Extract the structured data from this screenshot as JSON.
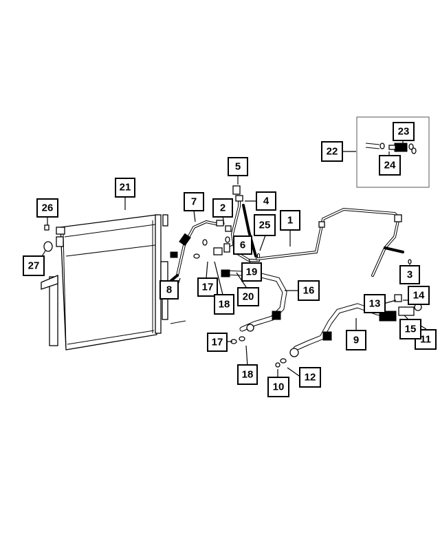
{
  "callouts": [
    {
      "id": "c1",
      "label": "1"
    },
    {
      "id": "c2",
      "label": "2"
    },
    {
      "id": "c3",
      "label": "3"
    },
    {
      "id": "c4",
      "label": "4"
    },
    {
      "id": "c5",
      "label": "5"
    },
    {
      "id": "c6",
      "label": "6"
    },
    {
      "id": "c7",
      "label": "7"
    },
    {
      "id": "c8",
      "label": "8"
    },
    {
      "id": "c9",
      "label": "9"
    },
    {
      "id": "c10",
      "label": "10"
    },
    {
      "id": "c11",
      "label": "11"
    },
    {
      "id": "c12",
      "label": "12"
    },
    {
      "id": "c13",
      "label": "13"
    },
    {
      "id": "c14",
      "label": "14"
    },
    {
      "id": "c15",
      "label": "15"
    },
    {
      "id": "c16",
      "label": "16"
    },
    {
      "id": "c17a",
      "label": "17"
    },
    {
      "id": "c17b",
      "label": "17"
    },
    {
      "id": "c18a",
      "label": "18"
    },
    {
      "id": "c18b",
      "label": "18"
    },
    {
      "id": "c19",
      "label": "19"
    },
    {
      "id": "c20",
      "label": "20"
    },
    {
      "id": "c21",
      "label": "21"
    },
    {
      "id": "c22",
      "label": "22"
    },
    {
      "id": "c23",
      "label": "23"
    },
    {
      "id": "c24",
      "label": "24"
    },
    {
      "id": "c25",
      "label": "25"
    },
    {
      "id": "c26",
      "label": "26"
    },
    {
      "id": "c27",
      "label": "27"
    }
  ],
  "colors": {
    "line": "#000000",
    "background": "#ffffff",
    "inset_border": "#555555"
  }
}
